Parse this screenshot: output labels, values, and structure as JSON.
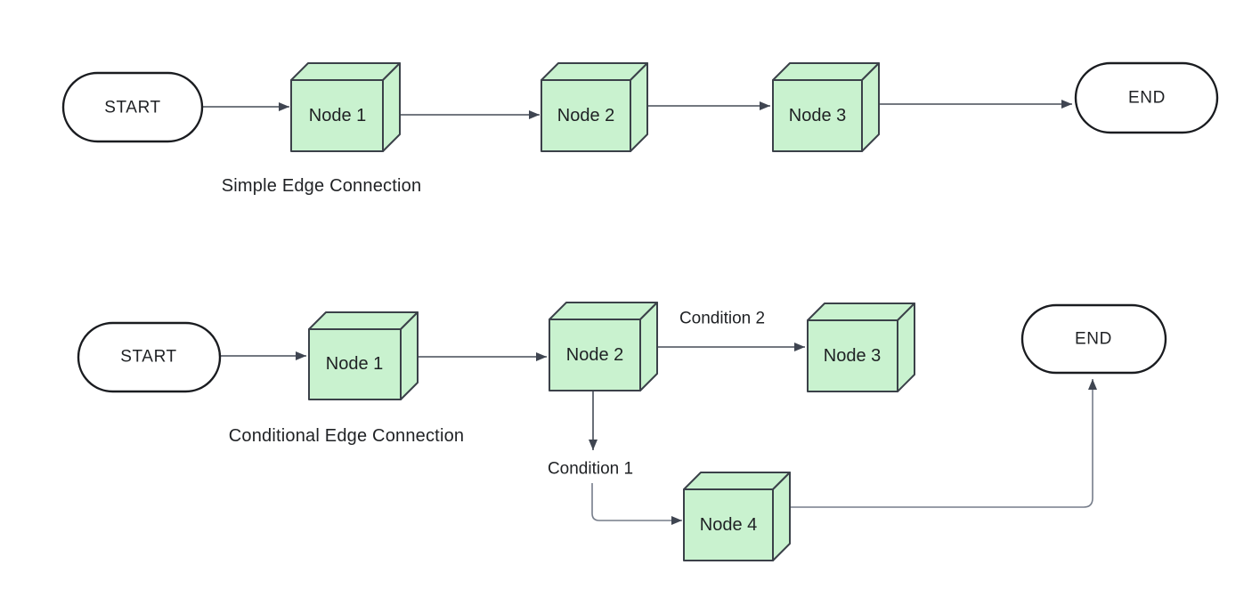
{
  "colors": {
    "background": "#ffffff",
    "node_fill": "#c9f2cf",
    "node_border": "#3b4149",
    "pill_fill": "#ffffff",
    "pill_border": "#1a1c20",
    "edge": "#454b57",
    "edge_light": "#767d8a",
    "edge_head": "#3f4551",
    "text": "#1f2124"
  },
  "diagrams": [
    {
      "title": "Simple Edge Connection",
      "start": "START",
      "end": "END",
      "nodes": [
        "Node 1",
        "Node 2",
        "Node 3"
      ]
    },
    {
      "title": "Conditional Edge Connection",
      "start": "START",
      "end": "END",
      "nodes": [
        "Node 1",
        "Node 2",
        "Node 3",
        "Node 4"
      ],
      "conditions": [
        "Condition 1",
        "Condition 2"
      ]
    }
  ]
}
